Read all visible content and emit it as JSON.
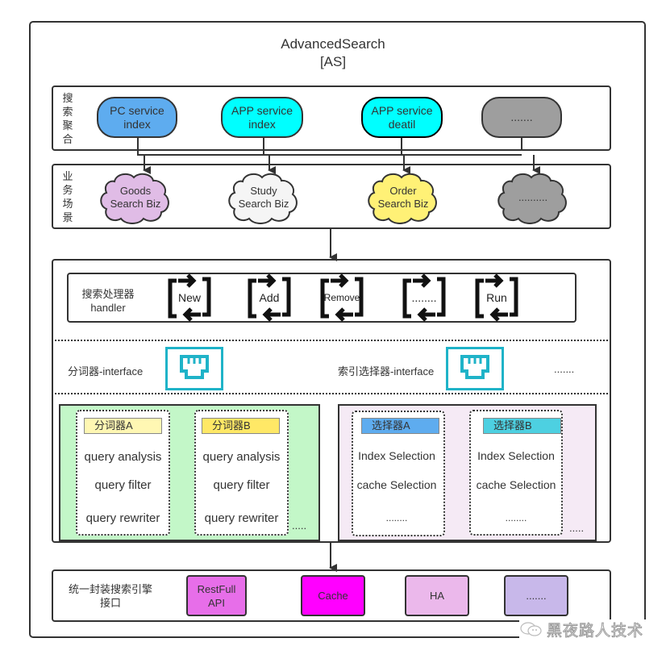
{
  "title": {
    "line1": "AdvancedSearch",
    "line2": "[AS]"
  },
  "aggregation": {
    "label_chars": [
      "搜",
      "索",
      "聚",
      "合"
    ],
    "services": [
      {
        "line1": "PC service",
        "line2": "index",
        "color": "#5eacef"
      },
      {
        "line1": "APP service",
        "line2": "index",
        "color": "#00ffff"
      },
      {
        "line1": "APP service",
        "line2": "deatil",
        "color": "#00ffff"
      },
      {
        "line1": ".......",
        "line2": "",
        "color": "#9e9e9e"
      }
    ]
  },
  "scenarios": {
    "label_chars": [
      "业",
      "务",
      "场",
      "景"
    ],
    "items": [
      {
        "line1": "Goods",
        "line2": "Search Biz",
        "color": "#e0bce6"
      },
      {
        "line1": "Study",
        "line2": "Search Biz",
        "color": "#f5f5f5"
      },
      {
        "line1": "Order",
        "line2": "Search Biz",
        "color": "#fff176"
      },
      {
        "line1": "..........",
        "line2": "",
        "color": "#9e9e9e"
      }
    ]
  },
  "handler": {
    "label_line1": "搜索处理器",
    "label_line2": "handler",
    "steps": [
      "New",
      "Add",
      "Remove",
      "........",
      "Run"
    ]
  },
  "interfaces": {
    "tokenizer_label": "分词器-interface",
    "selector_label": "索引选择器-interface",
    "more": ".......",
    "icon_color": "#1fb3c8"
  },
  "tokenizers": {
    "bg": "#c3f7c8",
    "items": [
      {
        "tag": "分词器A",
        "tag_color": "#fff7b3",
        "lines": [
          "query analysis",
          "query filter",
          "query rewriter"
        ]
      },
      {
        "tag": "分词器B",
        "tag_color": "#ffe866",
        "lines": [
          "query analysis",
          "query filter",
          "query rewriter"
        ]
      }
    ],
    "more": "....."
  },
  "selectors": {
    "bg": "#f5eaf5",
    "items": [
      {
        "tag": "选择器A",
        "tag_color": "#5eacef",
        "lines": [
          "Index Selection",
          "cache Selection",
          "........"
        ]
      },
      {
        "tag": "选择器B",
        "tag_color": "#4dd0e1",
        "lines": [
          "Index Selection",
          "cache Selection",
          "........"
        ]
      }
    ],
    "more": "....."
  },
  "engine": {
    "label_line1": "统一封装搜索引擎",
    "label_line2": "接口",
    "items": [
      {
        "line1": "RestFull",
        "line2": "API",
        "color": "#e76ee9"
      },
      {
        "line1": "Cache",
        "line2": "",
        "color": "#ff00ff"
      },
      {
        "line1": "HA",
        "line2": "",
        "color": "#ebb8eb"
      },
      {
        "line1": ".......",
        "line2": "",
        "color": "#c8b8ea"
      }
    ]
  },
  "watermark": {
    "text": "黑夜路人技术"
  }
}
